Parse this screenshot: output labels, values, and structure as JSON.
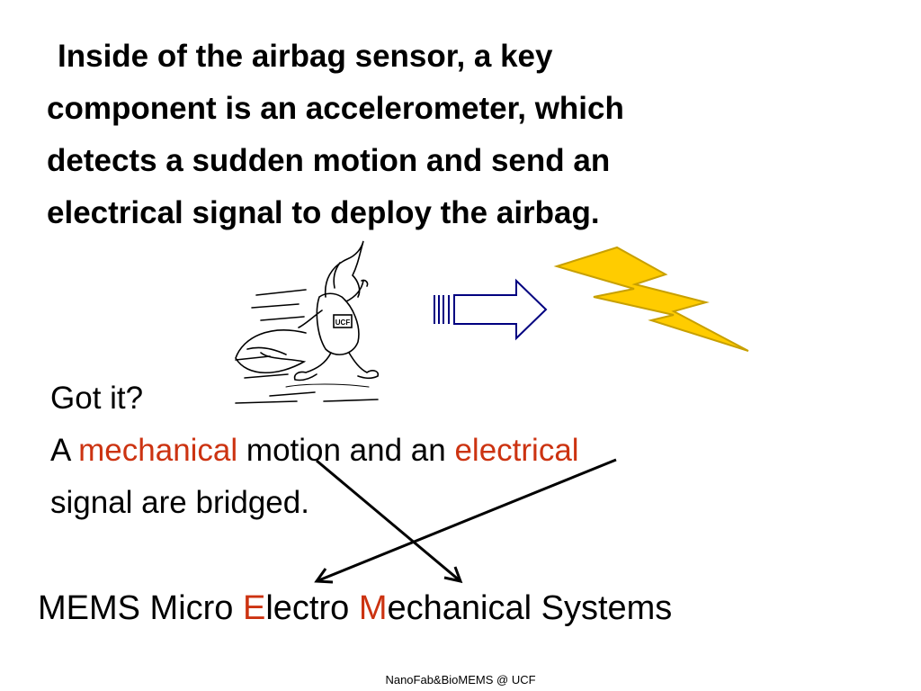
{
  "intro": {
    "line1": "Inside of the airbag sensor, a key",
    "line2": "component is an accelerometer, which",
    "line3": "detects a sudden motion and send an",
    "line4": "electrical signal to deploy the airbag."
  },
  "figure": {
    "runner_bib": "UCF",
    "icons": [
      "running-mascot-icon",
      "right-arrow-icon",
      "lightning-bolt-icon"
    ]
  },
  "explanation": {
    "question": "Got it?",
    "a": "A ",
    "mechanical": "mechanical",
    "mid": " motion and an ",
    "electrical": "electrical",
    "line3": "signal are bridged."
  },
  "mems": {
    "prefix": "MEMS Micro ",
    "e": "E",
    "lectro": "lectro ",
    "m": "M",
    "echanical": "echanical Systems"
  },
  "footer": "NanoFab&BioMEMS @ UCF",
  "colors": {
    "accent": "#cc3311",
    "bolt_fill": "#ffcc00",
    "arrow_stroke": "#000080"
  }
}
